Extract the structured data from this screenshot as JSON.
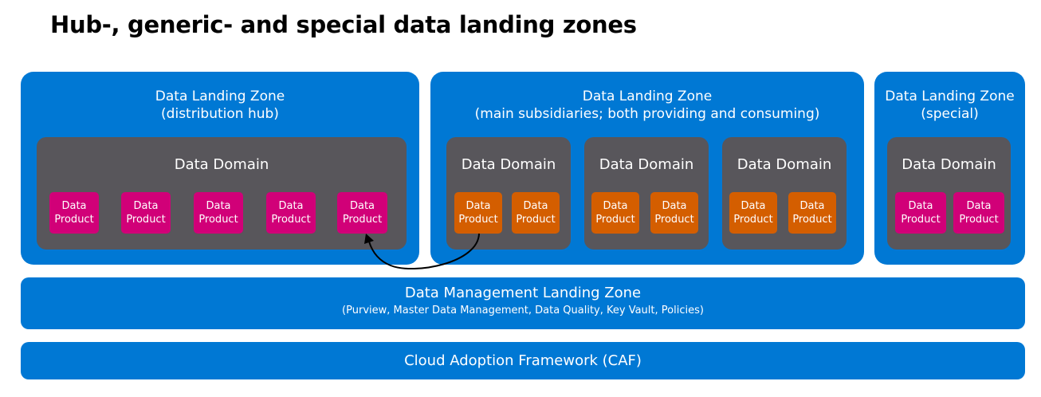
{
  "title": "Hub-, generic- and special data landing zones",
  "colors": {
    "zone_blue": "#0078d4",
    "domain_gray": "#58565b",
    "product_pink": "#d10078",
    "product_orange": "#d45e00",
    "arrow": "#000000"
  },
  "zones": [
    {
      "title": "Data Landing Zone",
      "subtitle": "(distribution hub)",
      "domains": [
        {
          "label": "Data Domain",
          "products": [
            {
              "line1": "Data",
              "line2": "Product",
              "color": "pink"
            },
            {
              "line1": "Data",
              "line2": "Product",
              "color": "pink"
            },
            {
              "line1": "Data",
              "line2": "Product",
              "color": "pink"
            },
            {
              "line1": "Data",
              "line2": "Product",
              "color": "pink"
            },
            {
              "line1": "Data",
              "line2": "Product",
              "color": "pink"
            }
          ]
        }
      ]
    },
    {
      "title": "Data Landing Zone",
      "subtitle": "(main subsidiaries; both providing and consuming)",
      "domains": [
        {
          "label": "Data Domain",
          "products": [
            {
              "line1": "Data",
              "line2": "Product",
              "color": "orange"
            },
            {
              "line1": "Data",
              "line2": "Product",
              "color": "orange"
            }
          ]
        },
        {
          "label": "Data Domain",
          "products": [
            {
              "line1": "Data",
              "line2": "Product",
              "color": "orange"
            },
            {
              "line1": "Data",
              "line2": "Product",
              "color": "orange"
            }
          ]
        },
        {
          "label": "Data Domain",
          "products": [
            {
              "line1": "Data",
              "line2": "Product",
              "color": "orange"
            },
            {
              "line1": "Data",
              "line2": "Product",
              "color": "orange"
            }
          ]
        }
      ]
    },
    {
      "title": "Data Landing Zone",
      "subtitle": "(special)",
      "domains": [
        {
          "label": "Data Domain",
          "products": [
            {
              "line1": "Data",
              "line2": "Product",
              "color": "pink"
            },
            {
              "line1": "Data",
              "line2": "Product",
              "color": "pink"
            }
          ]
        }
      ]
    }
  ],
  "arrow": {
    "from": "zone 2, domain 1, product 1",
    "to": "zone 1, domain 1, product 5"
  },
  "management_zone": {
    "title": "Data Management Landing Zone",
    "subtitle": "(Purview, Master Data Management, Data Quality, Key Vault, Policies)"
  },
  "caf": {
    "title": "Cloud Adoption Framework (CAF)"
  }
}
